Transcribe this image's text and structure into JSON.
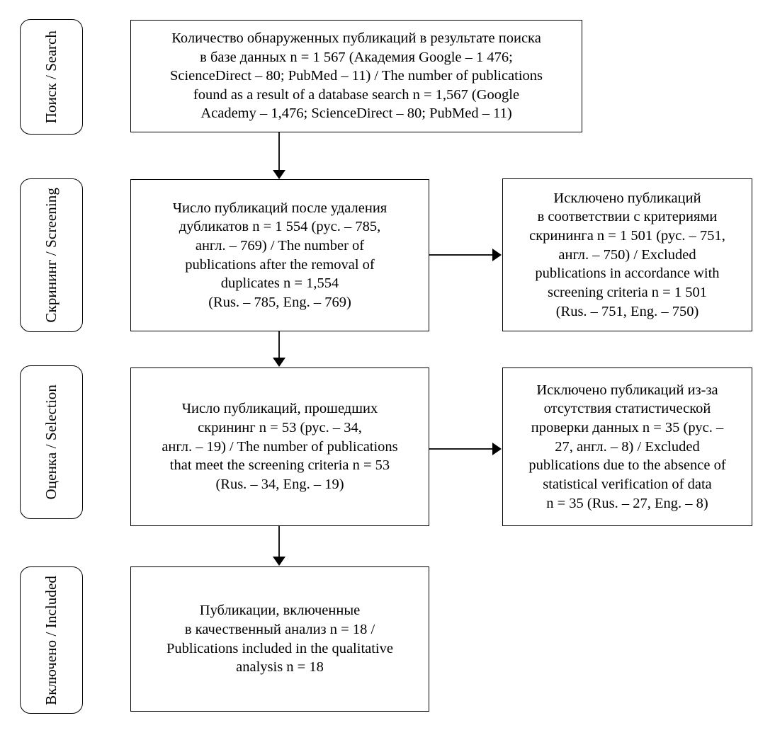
{
  "diagram": {
    "title": "PRISMA publication selection flow diagram",
    "stages": [
      {
        "id": "search",
        "label": "Поиск /\nSearch"
      },
      {
        "id": "screening",
        "label": "Скрининг /\nScreening"
      },
      {
        "id": "selection",
        "label": "Оценка /\nSelection"
      },
      {
        "id": "included",
        "label": "Включено /\nIncluded"
      }
    ],
    "boxes": [
      {
        "id": "identification",
        "text": "Количество обнаруженных публикаций в результате поиска\nв базе данных n = 1 567 (Академия Google – 1 476;\nScienceDirect – 80; PubMed – 11) / The number of publications\nfound as a result of a database search n = 1,567 (Google\nAcademy – 1,476; ScienceDirect – 80; PubMed – 11)"
      },
      {
        "id": "after-duplicates",
        "text": "Число публикаций после удаления\nдубликатов n = 1 554 (рус. – 785,\nангл. – 769) / The number of\npublications after the removal of\nduplicates n = 1,554\n(Rus. – 785, Eng. – 769)"
      },
      {
        "id": "excluded-screening",
        "text": "Исключено публикаций\nв соответствии с критериями\nскрининга n = 1 501 (рус. – 751,\nангл. – 750) / Excluded\npublications in accordance with\nscreening criteria n = 1 501\n(Rus. – 751, Eng. – 750)"
      },
      {
        "id": "passed-screening",
        "text": "Число публикаций, прошедших\nскрининг n = 53 (рус. – 34,\nангл. – 19) / The number of publications\nthat meet the screening criteria n = 53\n(Rus. – 34, Eng. – 19)"
      },
      {
        "id": "excluded-no-statistics",
        "text": "Исключено публикаций из-за\nотсутствия статистической\nпроверки данных n = 35 (рус. –\n27, англ. – 8) / Excluded\npublications due to the absence of\nstatistical verification of data\nn = 35 (Rus. – 27, Eng. – 8)"
      },
      {
        "id": "included-qualitative",
        "text": "Публикации, включенные\nв качественный анализ n = 18 /\nPublications included in the qualitative\nanalysis n = 18"
      }
    ],
    "colors": {
      "stroke": "#000000",
      "background": "#ffffff",
      "text": "#000000"
    }
  },
  "chart_data": {
    "type": "diagram",
    "title": "PRISMA flow of study selection",
    "nodes": [
      {
        "id": "identification",
        "stage": "Поиск / Search",
        "n": 1567,
        "rus": null,
        "eng": null,
        "sources": {
          "Google Academy": 1476,
          "ScienceDirect": 80,
          "PubMed": 11
        }
      },
      {
        "id": "after-duplicates",
        "stage": "Скрининг / Screening",
        "n": 1554,
        "rus": 785,
        "eng": 769
      },
      {
        "id": "excluded-screening",
        "stage": "Скрининг / Screening",
        "n": 1501,
        "rus": 751,
        "eng": 750
      },
      {
        "id": "passed-screening",
        "stage": "Оценка / Selection",
        "n": 53,
        "rus": 34,
        "eng": 19
      },
      {
        "id": "excluded-no-statistics",
        "stage": "Оценка / Selection",
        "n": 35,
        "rus": 27,
        "eng": 8
      },
      {
        "id": "included-qualitative",
        "stage": "Включено / Included",
        "n": 18,
        "rus": null,
        "eng": null
      }
    ],
    "edges": [
      {
        "from": "identification",
        "to": "after-duplicates",
        "direction": "down"
      },
      {
        "from": "after-duplicates",
        "to": "excluded-screening",
        "direction": "right"
      },
      {
        "from": "after-duplicates",
        "to": "passed-screening",
        "direction": "down"
      },
      {
        "from": "passed-screening",
        "to": "excluded-no-statistics",
        "direction": "right"
      },
      {
        "from": "passed-screening",
        "to": "included-qualitative",
        "direction": "down"
      }
    ]
  }
}
